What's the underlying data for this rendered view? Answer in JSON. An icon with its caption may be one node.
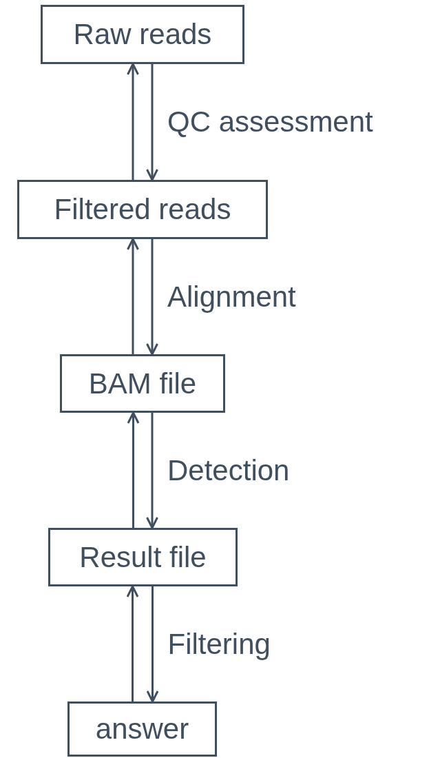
{
  "diagram": {
    "nodes": [
      {
        "text": [
          "Raw reads"
        ]
      },
      {
        "text": [
          "Filtered reads"
        ]
      },
      {
        "text": [
          "BAM file"
        ]
      },
      {
        "text": [
          "Result file"
        ]
      },
      {
        "text": [
          "answer"
        ]
      }
    ],
    "edges": [
      {
        "from": 1,
        "to": 0,
        "arrow": "to"
      },
      {
        "from": 0,
        "to": 1,
        "arrow": "to",
        "label": "QC assessment"
      },
      {
        "from": 2,
        "to": 1,
        "arrow": "to"
      },
      {
        "from": 1,
        "to": 2,
        "arrow": "to",
        "label": "Alignment"
      },
      {
        "from": 3,
        "to": 2,
        "arrow": "to"
      },
      {
        "from": 2,
        "to": 3,
        "arrow": "to",
        "label": "Detection"
      },
      {
        "from": 4,
        "to": 3,
        "arrow": "to"
      },
      {
        "from": 3,
        "to": 4,
        "arrow": "to",
        "label": "Filtering"
      }
    ]
  }
}
